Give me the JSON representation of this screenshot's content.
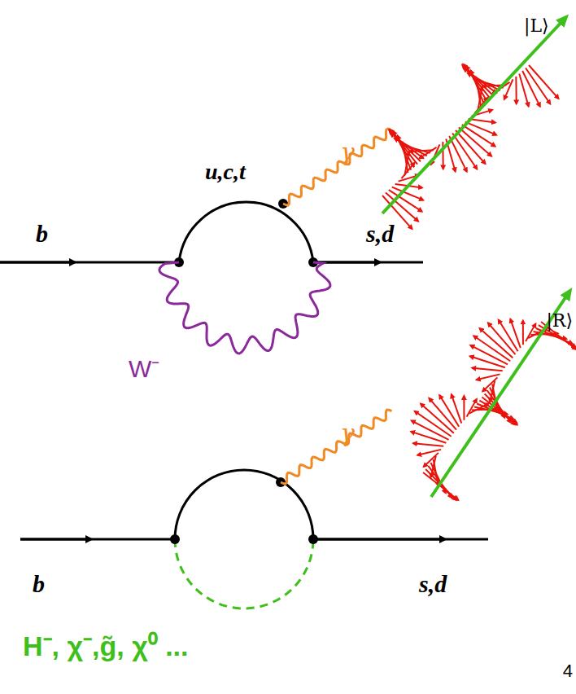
{
  "diagram": {
    "labels": [
      "|L⟩",
      "γ",
      "u,c,t",
      "b",
      "s,d",
      "W⁻",
      "|R⟩",
      "γ",
      "b",
      "s,d",
      "H⁻, χ⁻,g̃, χ⁰ ...",
      "4"
    ]
  }
}
